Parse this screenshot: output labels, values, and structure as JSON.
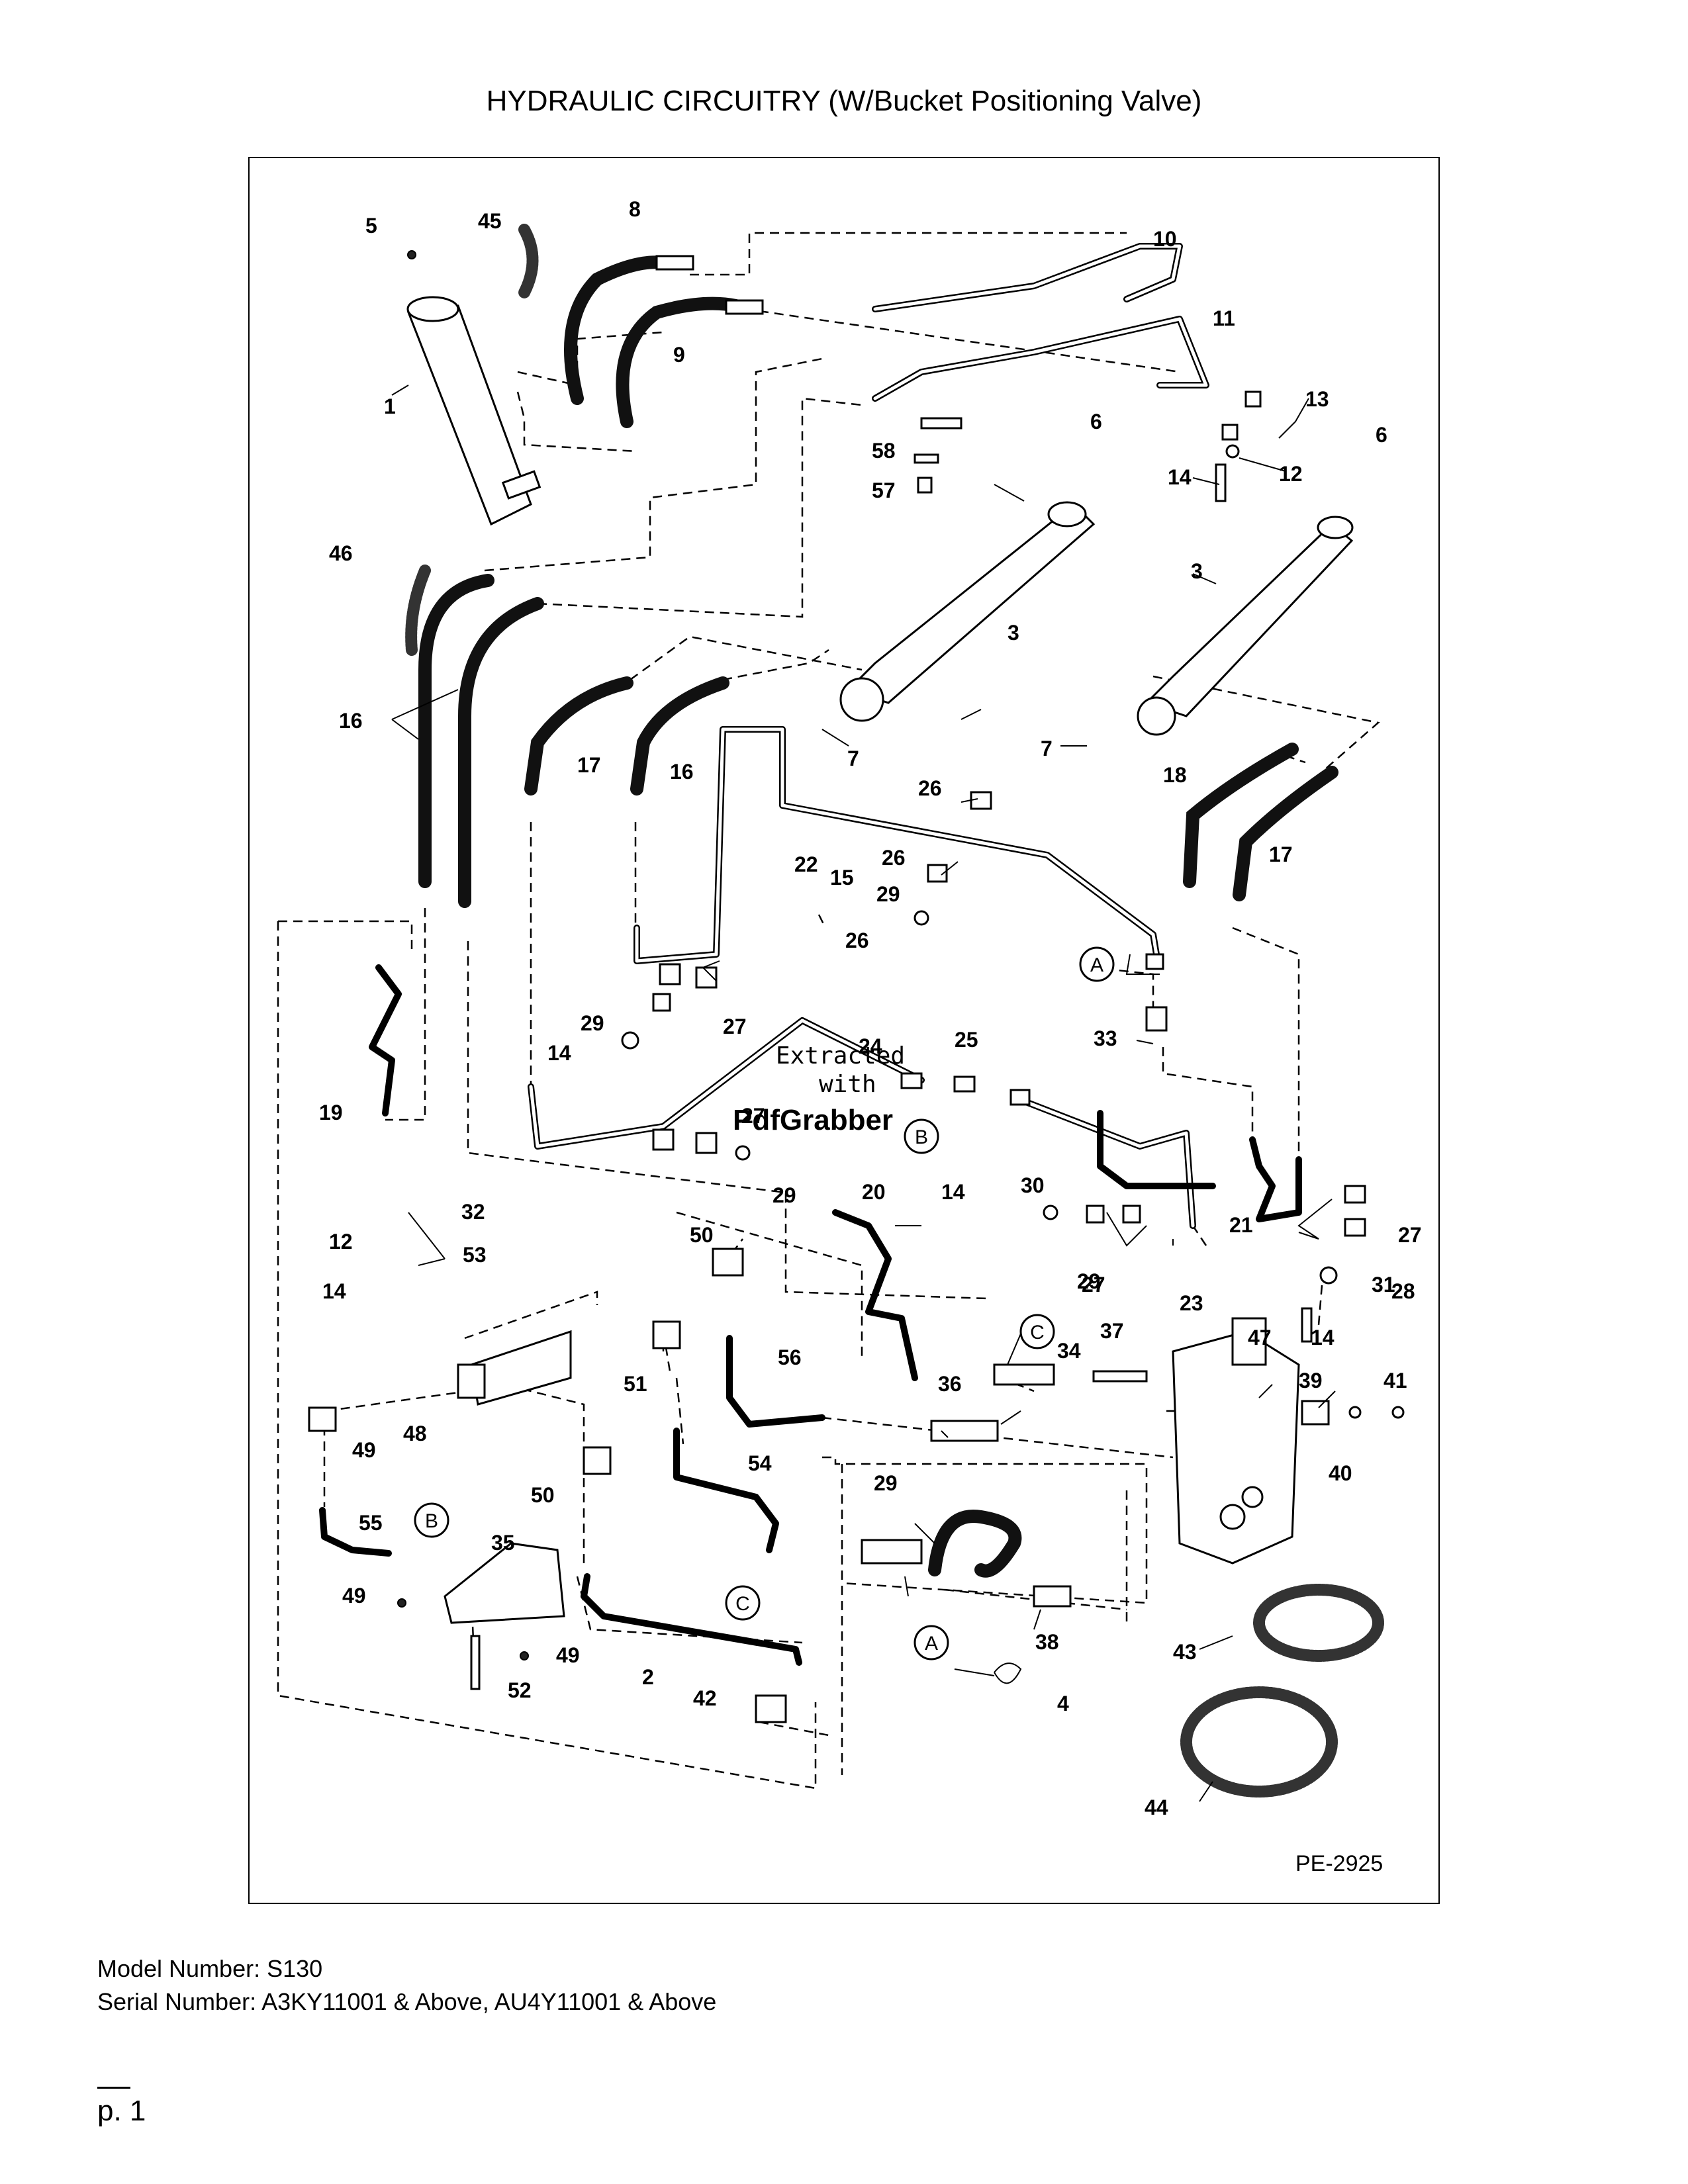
{
  "page": {
    "title": "HYDRAULIC CIRCUITRY (W/Bucket Positioning Valve)",
    "model": "Model Number: S130",
    "serial": "Serial Number: A3KY11001 & Above, AU4Y11001 & Above",
    "page_number": "p. 1"
  },
  "figure": {
    "reference": "PE-2925",
    "watermark": [
      "Extracted",
      "with",
      "PdfGrabber"
    ],
    "circle_labels": [
      "A",
      "A",
      "B",
      "B",
      "C",
      "C"
    ],
    "callouts": [
      "1",
      "2",
      "3",
      "3",
      "4",
      "5",
      "6",
      "6",
      "7",
      "7",
      "8",
      "9",
      "10",
      "11",
      "12",
      "12",
      "13",
      "14",
      "14",
      "14",
      "14",
      "14",
      "15",
      "16",
      "16",
      "17",
      "17",
      "18",
      "19",
      "20",
      "21",
      "22",
      "23",
      "24",
      "25",
      "26",
      "26",
      "26",
      "27",
      "27",
      "27",
      "27",
      "28",
      "29",
      "29",
      "29",
      "29",
      "29",
      "30",
      "31",
      "32",
      "33",
      "34",
      "35",
      "36",
      "37",
      "38",
      "39",
      "40",
      "41",
      "42",
      "43",
      "44",
      "45",
      "46",
      "47",
      "48",
      "49",
      "49",
      "49",
      "50",
      "50",
      "51",
      "52",
      "53",
      "54",
      "55",
      "56",
      "57",
      "58"
    ]
  }
}
